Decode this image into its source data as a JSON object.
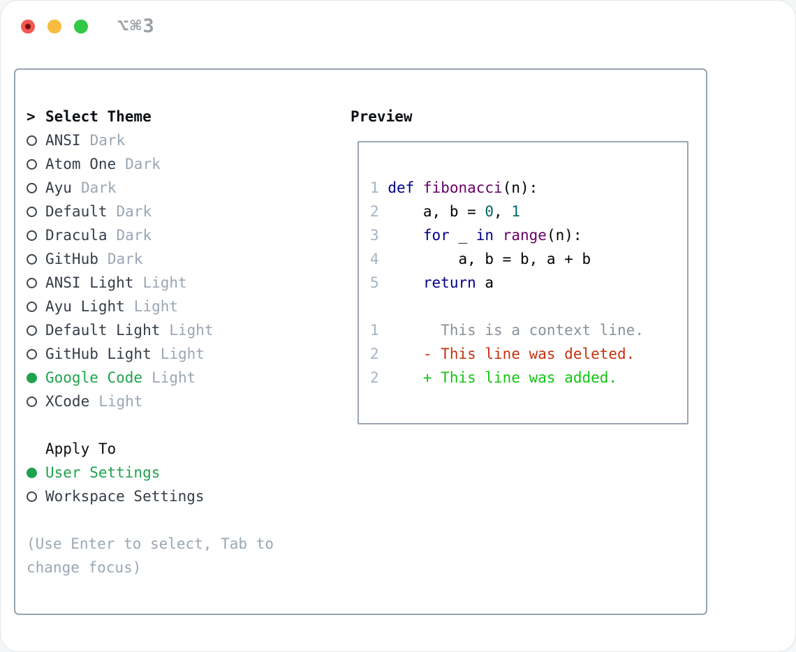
{
  "colors": {
    "selected_green": "#1ea24d",
    "added_green": "#12c312",
    "deleted_red": "#c5330f",
    "keyword_blue": "#000088",
    "function_purple": "#660066",
    "literal_teal": "#006666",
    "muted_gray": "#9ba6b3",
    "line_number_gray": "#a6b2c3",
    "border_gray": "#98a3b0",
    "traffic_red": "#f4574f",
    "traffic_yellow": "#f7bd3f",
    "traffic_green": "#33c748"
  },
  "window": {
    "title": "⌥⌘3"
  },
  "panel": {
    "select_theme": {
      "prefix": ">",
      "title": "Select Theme",
      "items": [
        {
          "name": "ANSI",
          "variant": "Dark",
          "selected": false
        },
        {
          "name": "Atom One",
          "variant": "Dark",
          "selected": false
        },
        {
          "name": "Ayu",
          "variant": "Dark",
          "selected": false
        },
        {
          "name": "Default",
          "variant": "Dark",
          "selected": false
        },
        {
          "name": "Dracula",
          "variant": "Dark",
          "selected": false
        },
        {
          "name": "GitHub",
          "variant": "Dark",
          "selected": false
        },
        {
          "name": "ANSI Light",
          "variant": "Light",
          "selected": false
        },
        {
          "name": "Ayu Light",
          "variant": "Light",
          "selected": false
        },
        {
          "name": "Default Light",
          "variant": "Light",
          "selected": false
        },
        {
          "name": "GitHub Light",
          "variant": "Light",
          "selected": false
        },
        {
          "name": "Google Code",
          "variant": "Light",
          "selected": true
        },
        {
          "name": "XCode",
          "variant": "Light",
          "selected": false
        }
      ]
    },
    "apply_to": {
      "title": "Apply To",
      "options": [
        {
          "label": "User Settings",
          "selected": true
        },
        {
          "label": "Workspace Settings",
          "selected": false
        }
      ]
    },
    "hint": "(Use Enter to select, Tab to change focus)"
  },
  "preview": {
    "title": "Preview",
    "code": {
      "lines": [
        {
          "num": "1",
          "tokens": [
            [
              "kw",
              "def"
            ],
            [
              "pl",
              " "
            ],
            [
              "fn",
              "fibonacci"
            ],
            [
              "pl",
              "(n):"
            ]
          ]
        },
        {
          "num": "2",
          "tokens": [
            [
              "pl",
              "    a, b = "
            ],
            [
              "lit",
              "0"
            ],
            [
              "pl",
              ", "
            ],
            [
              "lit",
              "1"
            ]
          ]
        },
        {
          "num": "3",
          "tokens": [
            [
              "pl",
              "    "
            ],
            [
              "kw",
              "for"
            ],
            [
              "pl",
              " _ "
            ],
            [
              "kw",
              "in"
            ],
            [
              "pl",
              " "
            ],
            [
              "fn",
              "range"
            ],
            [
              "pl",
              "(n):"
            ]
          ]
        },
        {
          "num": "4",
          "tokens": [
            [
              "pl",
              "        a, b = b, a + b"
            ]
          ]
        },
        {
          "num": "5",
          "tokens": [
            [
              "pl",
              "    "
            ],
            [
              "kw",
              "return"
            ],
            [
              "pl",
              " a"
            ]
          ]
        }
      ]
    },
    "diff": {
      "lines": [
        {
          "num": "1",
          "type": "context",
          "text": "      This is a context line."
        },
        {
          "num": "2",
          "type": "deleted",
          "text": "    - This line was deleted."
        },
        {
          "num": "2",
          "type": "added",
          "text": "    + This line was added."
        }
      ]
    }
  }
}
